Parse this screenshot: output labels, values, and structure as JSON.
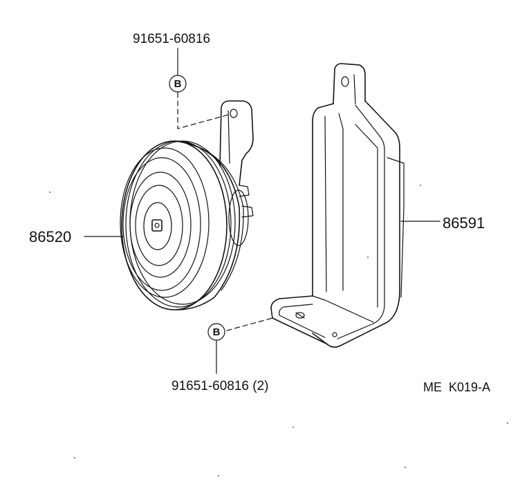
{
  "parts": {
    "bolt_top": "91651-60816",
    "bolt_bottom": "91651-60816 (2)",
    "horn": "86520",
    "bracket": "86591"
  },
  "callouts": {
    "top": "B",
    "bottom": "B"
  },
  "reference": "ME  K019-A"
}
